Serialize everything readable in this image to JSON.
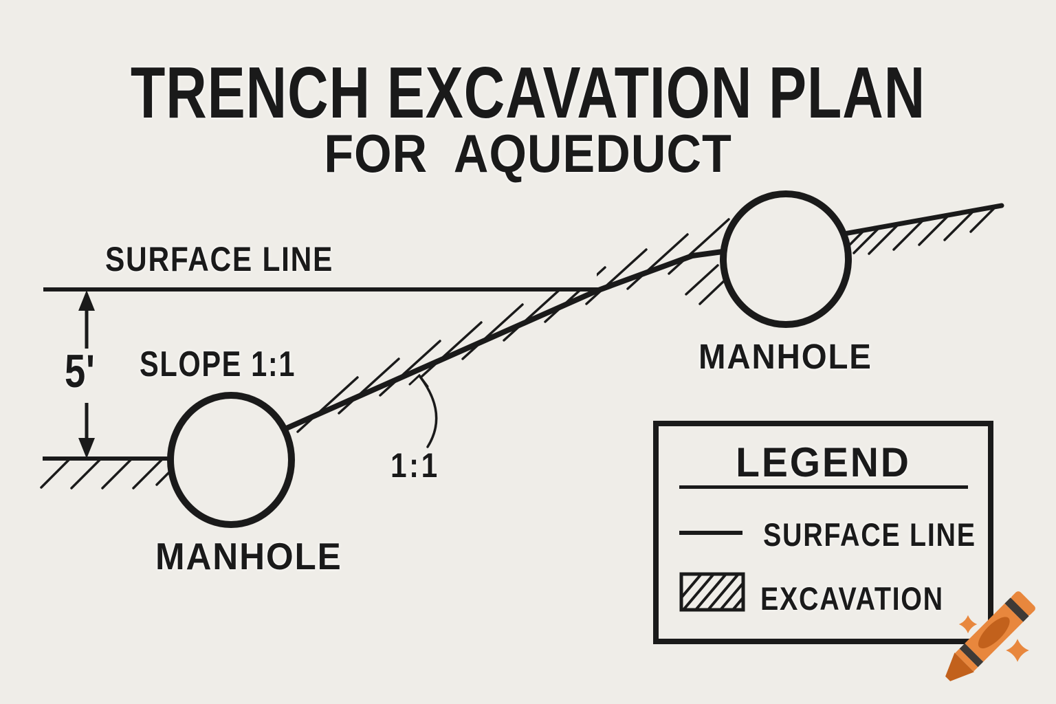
{
  "title": {
    "line1": "TRENCH EXCAVATION PLAN",
    "line2": "FOR AQUEDUCT"
  },
  "diagram": {
    "surface_line_label": "SURFACE LINE",
    "depth_dimension": "5'",
    "slope_label": "SLOPE 1:1",
    "slope_ratio": "1:1",
    "left_manhole_label": "MANHOLE",
    "right_manhole_label": "MANHOLE"
  },
  "legend": {
    "title": "LEGEND",
    "items": [
      {
        "symbol": "surface-line-symbol",
        "label": "SURFACE LINE"
      },
      {
        "symbol": "excavation-hatch-symbol",
        "label": "EXCAVATION"
      }
    ]
  },
  "watermark": {
    "icon": "crayon-icon"
  },
  "colors": {
    "background": "#EFEDE8",
    "ink": "#1A1A1A",
    "crayon_body": "#E8873D",
    "crayon_accent": "#C2611C",
    "crayon_band": "#3E3A36"
  }
}
